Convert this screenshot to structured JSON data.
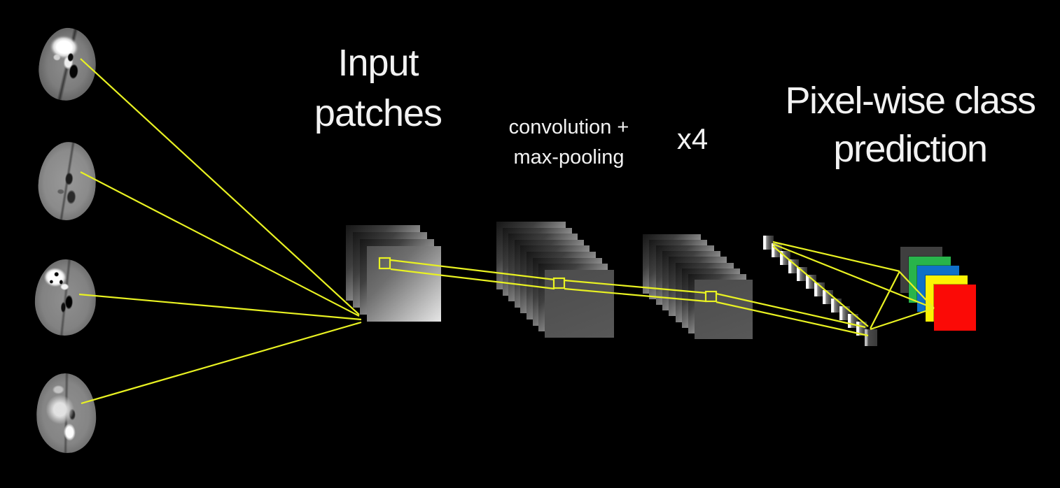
{
  "labels": {
    "input_patches": {
      "line1": "Input",
      "line2": "patches"
    },
    "conv_pool": {
      "line1": "convolution +",
      "line2": "max-pooling"
    },
    "repeat_factor": "x4",
    "prediction": {
      "line1": "Pixel-wise class",
      "line2": "prediction"
    }
  },
  "colors": {
    "background": "#000000",
    "text": "#f2f2f2",
    "connector": "#e9f222"
  },
  "diagram": {
    "input_mri_slices": [
      {
        "name": "axial-brain-mri-1"
      },
      {
        "name": "axial-brain-mri-2"
      },
      {
        "name": "axial-brain-mri-3"
      },
      {
        "name": "axial-brain-mri-4"
      }
    ],
    "stacks": [
      {
        "name": "input-patch-stack",
        "sheets": 4
      },
      {
        "name": "feature-map-stack-1",
        "sheets": 9
      },
      {
        "name": "feature-map-stack-2",
        "sheets": 9
      }
    ],
    "cascade_tiles": 13,
    "output_classes": [
      {
        "name": "class-gray",
        "color": "#3f3f3f"
      },
      {
        "name": "class-green",
        "color": "#28b44b"
      },
      {
        "name": "class-blue",
        "color": "#0f70c8"
      },
      {
        "name": "class-yellow",
        "color": "#fdf303"
      },
      {
        "name": "class-red",
        "color": "#fb0a06"
      }
    ]
  }
}
